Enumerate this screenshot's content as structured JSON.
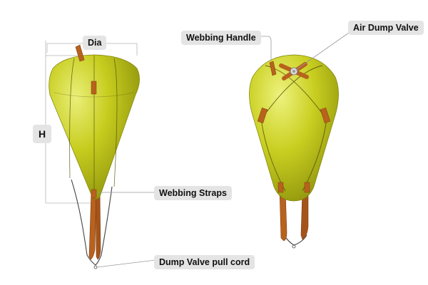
{
  "labels": {
    "dia": "Dia",
    "height": "H",
    "webbing_handle": "Webbing Handle",
    "air_dump_valve": "Air Dump Valve",
    "webbing_straps": "Webbing Straps",
    "dump_valve_pull_cord": "Dump Valve pull cord"
  },
  "colors": {
    "bag_fill": "#c7cd1e",
    "bag_highlight": "#eaef7a",
    "bag_shadow": "#8d920c",
    "strap": "#b8621e",
    "strap_dark": "#7f3f10",
    "cord": "#444444",
    "leader_line": "#b5b5b5",
    "label_bg": "#e4e4e4"
  }
}
